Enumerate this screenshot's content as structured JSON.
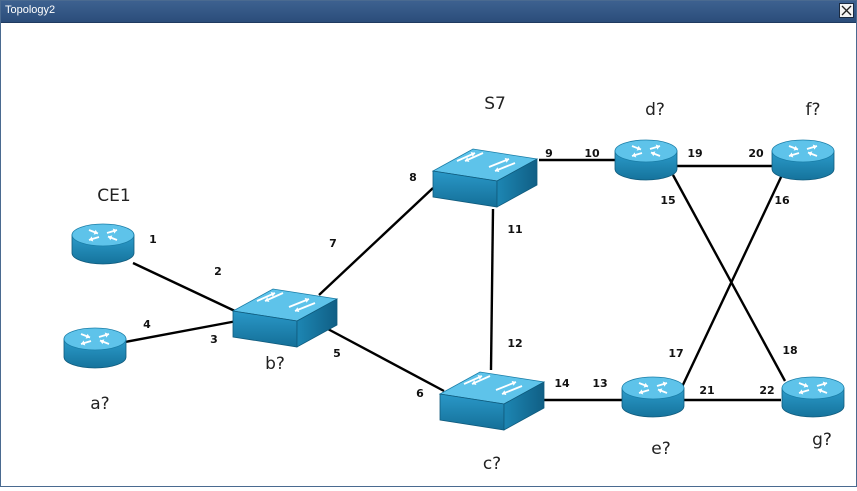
{
  "window": {
    "title": "Topology2",
    "close_icon": "close-icon"
  },
  "nodes": [
    {
      "id": "CE1",
      "label": "CE1",
      "type": "router"
    },
    {
      "id": "a",
      "label": "a?",
      "type": "router"
    },
    {
      "id": "b",
      "label": "b?",
      "type": "switch"
    },
    {
      "id": "S7",
      "label": "S7",
      "type": "switch"
    },
    {
      "id": "c",
      "label": "c?",
      "type": "switch"
    },
    {
      "id": "d",
      "label": "d?",
      "type": "router"
    },
    {
      "id": "e",
      "label": "e?",
      "type": "router"
    },
    {
      "id": "f",
      "label": "f?",
      "type": "router"
    },
    {
      "id": "g",
      "label": "g?",
      "type": "router"
    }
  ],
  "links": [
    {
      "from": "CE1",
      "to": "b",
      "ports": [
        "1",
        "2"
      ]
    },
    {
      "from": "a",
      "to": "b",
      "ports": [
        "4",
        "3"
      ]
    },
    {
      "from": "b",
      "to": "S7",
      "ports": [
        "7",
        "8"
      ]
    },
    {
      "from": "b",
      "to": "c",
      "ports": [
        "5",
        "6"
      ]
    },
    {
      "from": "S7",
      "to": "d",
      "ports": [
        "9",
        "10"
      ]
    },
    {
      "from": "S7",
      "to": "c",
      "ports": [
        "11",
        "12"
      ]
    },
    {
      "from": "c",
      "to": "e",
      "ports": [
        "14",
        "13"
      ]
    },
    {
      "from": "d",
      "to": "f",
      "ports": [
        "19",
        "20"
      ]
    },
    {
      "from": "d",
      "to": "g",
      "ports": [
        "15",
        "18"
      ]
    },
    {
      "from": "f",
      "to": "e",
      "ports": [
        "16",
        "17"
      ]
    },
    {
      "from": "e",
      "to": "g",
      "ports": [
        "21",
        "22"
      ]
    }
  ],
  "colors": {
    "device": "#2f9fcc",
    "device_dark": "#1a7ea8",
    "device_light": "#5ec3ea",
    "link": "#000000"
  }
}
